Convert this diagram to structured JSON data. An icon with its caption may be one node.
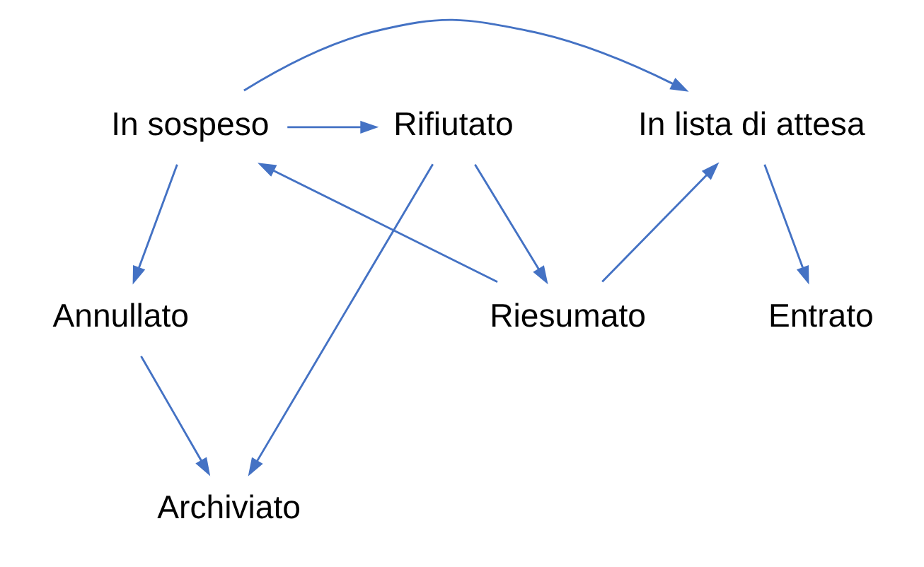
{
  "diagram": {
    "nodes": [
      {
        "text": [
          "In sospeso"
        ]
      },
      {
        "text": [
          "In lista di attesa"
        ]
      },
      {
        "text": [
          "Rifiutato"
        ]
      },
      {
        "text": [
          "Annullato"
        ]
      },
      {
        "text": [
          "Entrato"
        ]
      },
      {
        "text": [
          "Riesumato"
        ]
      },
      {
        "text": [
          "Archiviato"
        ]
      }
    ],
    "edges": [
      {
        "from": 0,
        "to": 1,
        "arrow": "to"
      },
      {
        "from": 0,
        "to": 2,
        "arrow": "to"
      },
      {
        "from": 0,
        "to": 3,
        "arrow": "to"
      },
      {
        "from": 1,
        "to": 4,
        "arrow": "to"
      },
      {
        "from": 5,
        "to": 1,
        "arrow": "to"
      },
      {
        "from": 5,
        "to": 0,
        "arrow": "to"
      },
      {
        "from": 2,
        "to": 5,
        "arrow": "to"
      },
      {
        "from": 2,
        "to": 6,
        "arrow": "to"
      },
      {
        "from": 3,
        "to": 6,
        "arrow": "to"
      }
    ]
  }
}
